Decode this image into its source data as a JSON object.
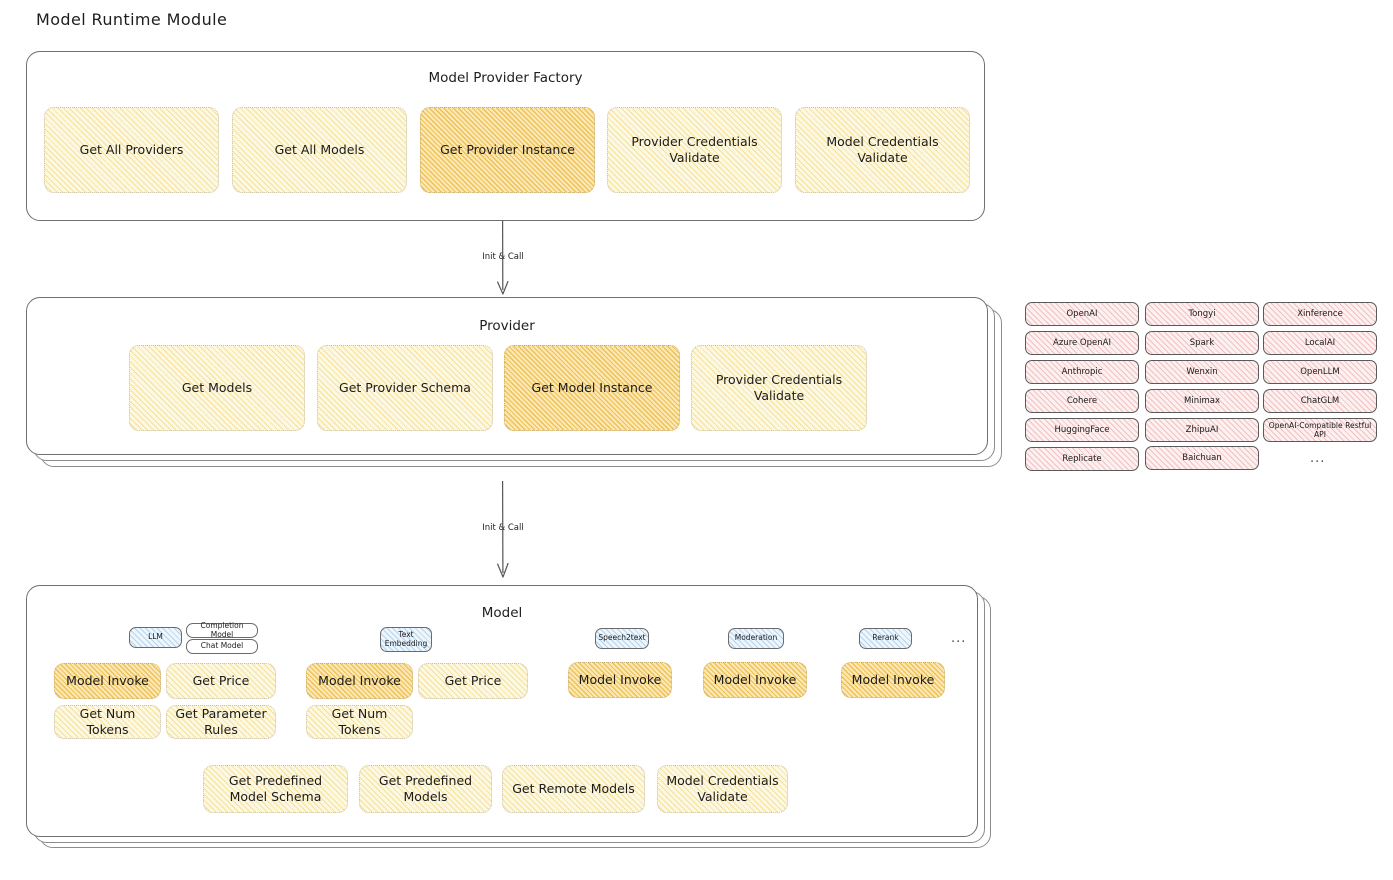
{
  "page": {
    "title": "Model Runtime Module"
  },
  "factory": {
    "title": "Model Provider Factory",
    "nodes": [
      {
        "label": "Get All Providers",
        "highlight": false
      },
      {
        "label": "Get All Models",
        "highlight": false
      },
      {
        "label": "Get Provider Instance",
        "highlight": true
      },
      {
        "label": "Provider Credentials Validate",
        "highlight": false
      },
      {
        "label": "Model Credentials Validate",
        "highlight": false
      }
    ]
  },
  "arrow1": {
    "label": "Init & Call"
  },
  "provider": {
    "title": "Provider",
    "nodes": [
      {
        "label": "Get Models",
        "highlight": false
      },
      {
        "label": "Get Provider Schema",
        "highlight": false
      },
      {
        "label": "Get Model Instance",
        "highlight": true
      },
      {
        "label": "Provider Credentials Validate",
        "highlight": false
      }
    ]
  },
  "arrow2": {
    "label": "Init & Call"
  },
  "provider_list": {
    "columns": [
      [
        "OpenAI",
        "Azure OpenAI",
        "Anthropic",
        "Cohere",
        "HuggingFace",
        "Replicate"
      ],
      [
        "Tongyi",
        "Spark",
        "Wenxin",
        "Minimax",
        "ZhipuAI",
        "Baichuan"
      ],
      [
        "Xinference",
        "LocalAI",
        "OpenLLM",
        "ChatGLM",
        "OpenAI-Compatible Restful API"
      ]
    ],
    "ellipsis": "..."
  },
  "model": {
    "title": "Model",
    "ellipsis": "...",
    "types": [
      {
        "badge": "LLM",
        "sub_badges": [
          "Completion Model",
          "Chat Model"
        ],
        "nodes": [
          {
            "label": "Model Invoke",
            "highlight": true
          },
          {
            "label": "Get Price",
            "highlight": false
          },
          {
            "label": "Get Num Tokens",
            "highlight": false
          },
          {
            "label": "Get Parameter Rules",
            "highlight": false
          }
        ]
      },
      {
        "badge": "Text Embedding",
        "sub_badges": [],
        "nodes": [
          {
            "label": "Model Invoke",
            "highlight": true
          },
          {
            "label": "Get Price",
            "highlight": false
          },
          {
            "label": "Get Num Tokens",
            "highlight": false
          }
        ]
      },
      {
        "badge": "Speech2text",
        "sub_badges": [],
        "nodes": [
          {
            "label": "Model Invoke",
            "highlight": true
          }
        ]
      },
      {
        "badge": "Moderation",
        "sub_badges": [],
        "nodes": [
          {
            "label": "Model Invoke",
            "highlight": true
          }
        ]
      },
      {
        "badge": "Rerank",
        "sub_badges": [],
        "nodes": [
          {
            "label": "Model Invoke",
            "highlight": true
          }
        ]
      }
    ],
    "common_nodes": [
      {
        "label": "Get Predefined Model Schema"
      },
      {
        "label": "Get Predefined Models"
      },
      {
        "label": "Get Remote Models"
      },
      {
        "label": "Model Credentials Validate"
      }
    ]
  },
  "colors": {
    "highlight_fill": "#fbe8b8",
    "node_fill": "#fdf8e3",
    "provider_chip_fill": "#fdf0f0",
    "badge_fill": "#eef6fd",
    "stroke": "#1e1e1e"
  }
}
